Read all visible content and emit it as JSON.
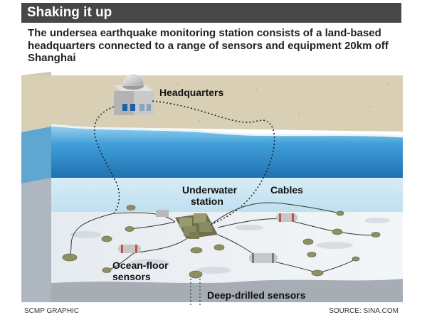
{
  "header": {
    "title": "Shaking it up",
    "subtitle": "The undersea earthquake monitoring station consists of a land-based headquarters connected to a range of sensors and equipment 20km off Shanghai"
  },
  "labels": {
    "headquarters": "Headquarters",
    "underwater_station_1": "Underwater",
    "underwater_station_2": "station",
    "cables": "Cables",
    "ocean_floor_1": "Ocean-floor",
    "ocean_floor_2": "sensors",
    "deep_drilled": "Deep-drilled sensors"
  },
  "footer": {
    "credit": "SCMP GRAPHIC",
    "source": "SOURCE: SINA.COM"
  },
  "colors": {
    "header_bg": "#474747",
    "land": "#d8cfb4",
    "sea": "#4aa3d6",
    "seabed": "#e9eef3",
    "sensor": "#8f8f63",
    "cable": "#222222"
  }
}
